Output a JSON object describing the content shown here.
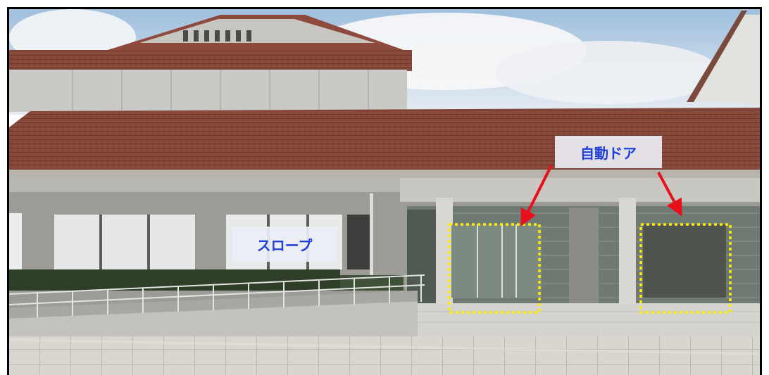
{
  "image": {
    "kind": "photograph",
    "subject_icon": "building-entrance-photo"
  },
  "annotations": {
    "door_label": "自動ドア",
    "slope_label": "スロープ",
    "door_marker_color": "#ffee00",
    "arrow_color": "#e8101a",
    "label_text_color": "#1f3fd6"
  }
}
